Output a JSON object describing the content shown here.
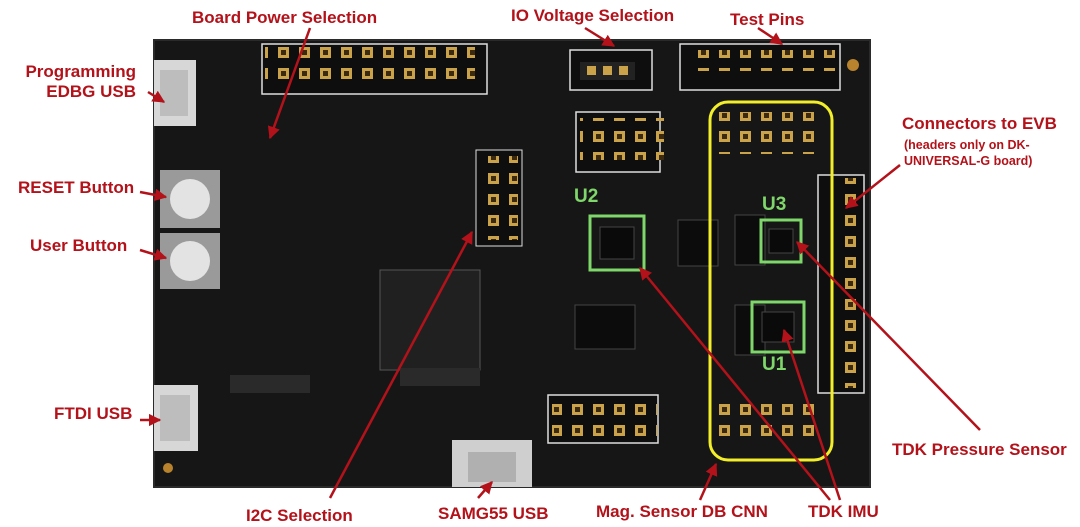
{
  "labels": {
    "board_power_selection": "Board Power Selection",
    "io_voltage_selection": "IO Voltage Selection",
    "test_pins": "Test Pins",
    "programming_edbg_usb_line1": "Programming",
    "programming_edbg_usb_line2": "EDBG USB",
    "reset_button": "RESET Button",
    "user_button": "User Button",
    "ftdi_usb": "FTDI USB",
    "i2c_selection": "I2C Selection",
    "samg55_usb": "SAMG55 USB",
    "mag_sensor_db_cnn": "Mag. Sensor DB CNN",
    "tdk_imu": "TDK IMU",
    "tdk_pressure_sensor": "TDK Pressure Sensor",
    "connectors_to_evb": "Connectors to EVB",
    "connectors_note_line1": "(headers only on DK-",
    "connectors_note_line2": "UNIVERSAL-G board)"
  },
  "chips": {
    "u2": "U2",
    "u3": "U3",
    "u1": "U1"
  },
  "colors": {
    "label": "#b3121a",
    "chip_highlight": "#7fd66b",
    "connector_highlight": "#f2ee2a",
    "board": "#1a1a1a"
  }
}
